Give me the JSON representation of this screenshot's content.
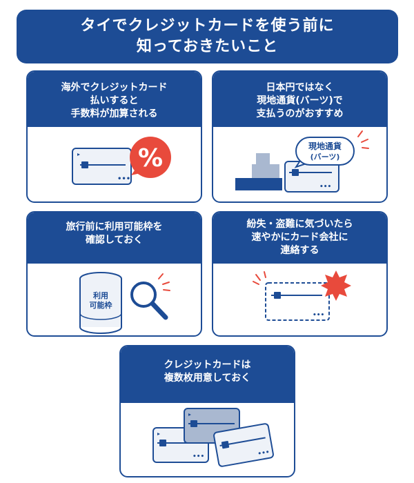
{
  "title": {
    "line1": "タイでクレジットカードを使う前に",
    "line2": "知っておきたいこと"
  },
  "cards": [
    {
      "lines": [
        "海外でクレジットカード",
        "払いすると",
        "手数料が加算される"
      ],
      "icon": "percent-icon"
    },
    {
      "lines": [
        "日本円ではなく",
        "現地通貨(バーツ)で",
        "支払うのがおすすめ"
      ],
      "bubble": [
        "現地通貨",
        "(バーツ)"
      ]
    },
    {
      "lines": [
        "旅行前に利用可能枠を",
        "確認しておく"
      ],
      "can_label": [
        "利用",
        "可能枠"
      ]
    },
    {
      "lines": [
        "紛失・盗難に気づいたら",
        "速やかにカード会社に",
        "連絡する"
      ]
    },
    {
      "lines": [
        "クレジットカードは",
        "複数枚用意しておく"
      ]
    }
  ],
  "colors": {
    "navy": "#1d4c95",
    "red": "#e84a3c",
    "card_light": "#eef2f8",
    "card_gray": "#a9b8d0"
  },
  "card_dots": "•••",
  "percent_symbol": "%"
}
